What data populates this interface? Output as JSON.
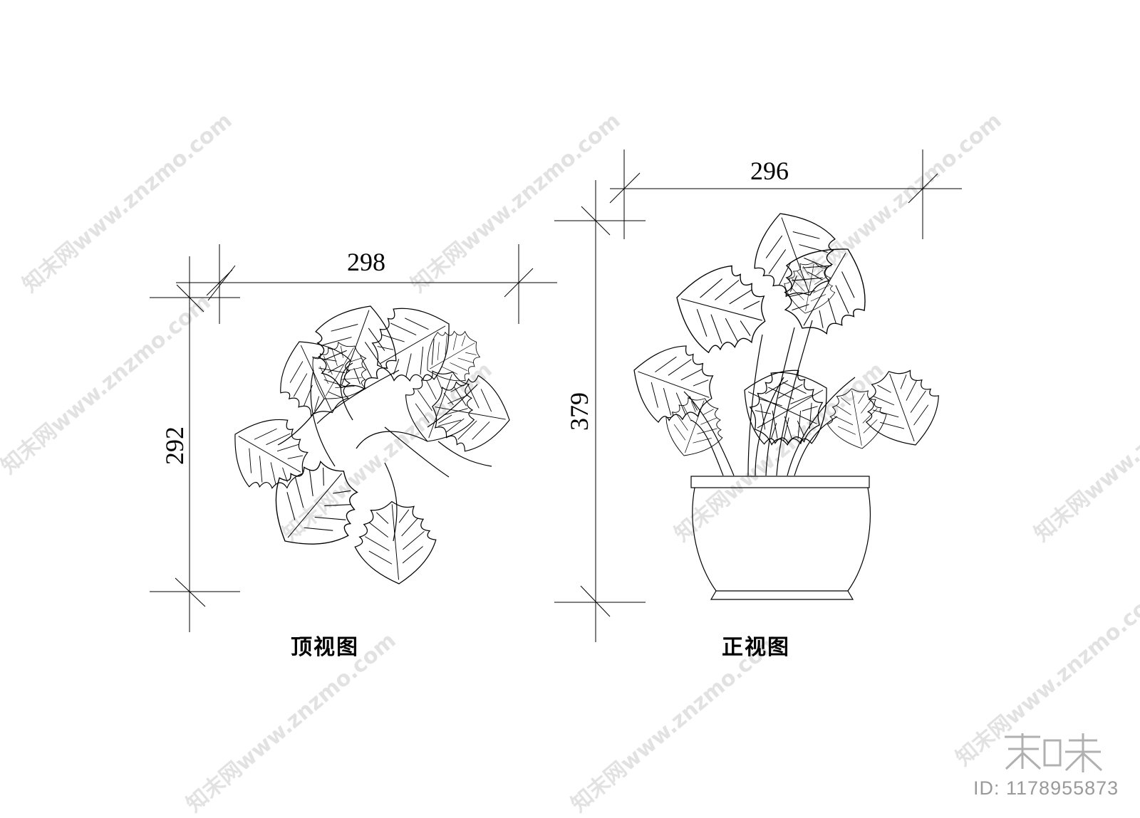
{
  "dimensions": {
    "top_view_width": "298",
    "top_view_height": "292",
    "front_view_width": "296",
    "front_view_height": "379"
  },
  "captions": {
    "top_view": "顶视图",
    "front_view": "正视图"
  },
  "watermark": {
    "text": "知末网www.znzmo.com"
  },
  "brand": {
    "logo_text": "知末",
    "id_text": "ID: 1178955873"
  },
  "colors": {
    "line": "#000000",
    "watermark": "#e2e2e2",
    "brand": "#9a9a9a"
  }
}
